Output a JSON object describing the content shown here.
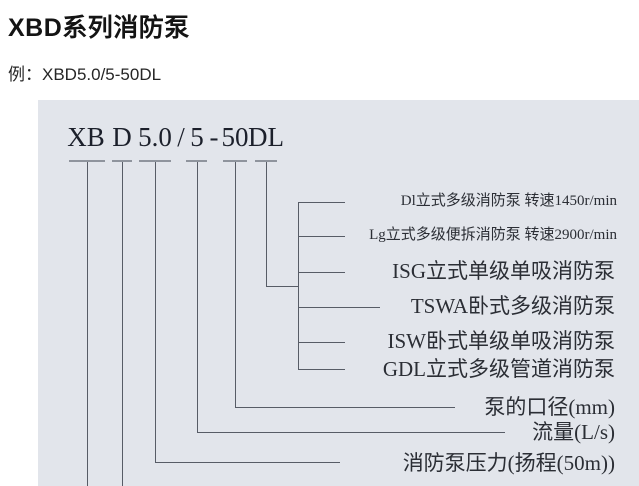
{
  "header": {
    "title": "XBD系列消防泵",
    "example": "例：XBD5.0/5-50DL"
  },
  "diagram": {
    "model": {
      "segments": [
        {
          "text": "XB"
        },
        {
          "text": "D"
        },
        {
          "text": "5.0"
        },
        {
          "text": "/"
        },
        {
          "text": "5"
        },
        {
          "text": "-"
        },
        {
          "text": "50"
        },
        {
          "text": "DL"
        }
      ]
    },
    "labels": [
      {
        "text": "Dl立式多级消防泵 转速1450r/min"
      },
      {
        "text": "Lg立式多级便拆消防泵 转速2900r/min"
      },
      {
        "text": "ISG立式单级单吸消防泵"
      },
      {
        "text": "TSWA卧式多级消防泵"
      },
      {
        "text": "ISW卧式单级单吸消防泵"
      },
      {
        "text": "GDL立式多级管道消防泵"
      },
      {
        "text": "泵的口径(mm)"
      },
      {
        "text": "流量(L/s)"
      },
      {
        "text": "消防泵压力(扬程(50m))"
      }
    ],
    "colors": {
      "panel_bg": "#e2e5eb",
      "line": "#575c66",
      "underline": "#8f949d",
      "model_text": "#1c202b",
      "label_text": "#2b2e35"
    }
  }
}
